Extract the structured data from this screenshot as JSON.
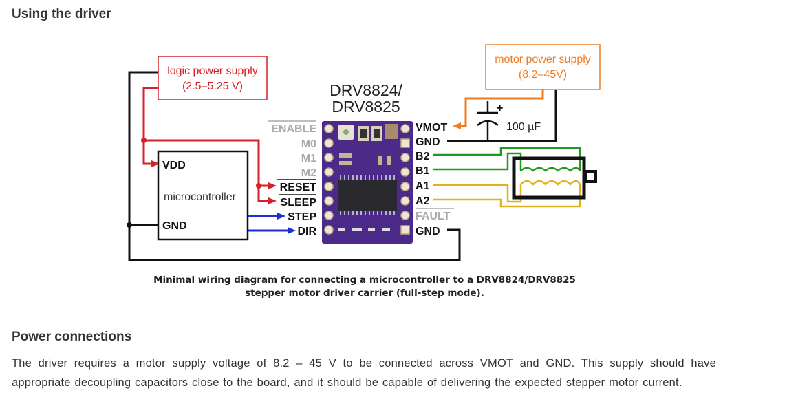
{
  "section_title": "Using the driver",
  "diagram": {
    "logic_supply": {
      "line1": "logic power supply",
      "line2": "(2.5–5.25 V)",
      "color": "#d42027"
    },
    "motor_supply": {
      "line1": "motor power supply",
      "line2": "(8.2–45V)",
      "color": "#f07c22"
    },
    "chip_title": {
      "line1": "DRV8824/",
      "line2": "DRV8825"
    },
    "capacitor": {
      "label": "100 µF",
      "polarity": "+"
    },
    "microcontroller": {
      "label": "microcontroller",
      "vdd": "VDD",
      "gnd": "GND"
    },
    "left_pins": [
      {
        "label": "ENABLE",
        "active_low": true,
        "active": false
      },
      {
        "label": "M0",
        "active_low": false,
        "active": false
      },
      {
        "label": "M1",
        "active_low": false,
        "active": false
      },
      {
        "label": "M2",
        "active_low": false,
        "active": false
      },
      {
        "label": "RESET",
        "active_low": true,
        "active": true
      },
      {
        "label": "SLEEP",
        "active_low": true,
        "active": true
      },
      {
        "label": "STEP",
        "active_low": false,
        "active": true
      },
      {
        "label": "DIR",
        "active_low": false,
        "active": true
      }
    ],
    "right_pins": [
      {
        "label": "VMOT",
        "active_low": false,
        "active": true
      },
      {
        "label": "GND",
        "active_low": false,
        "active": true
      },
      {
        "label": "B2",
        "active_low": false,
        "active": true
      },
      {
        "label": "B1",
        "active_low": false,
        "active": true
      },
      {
        "label": "A1",
        "active_low": false,
        "active": true
      },
      {
        "label": "A2",
        "active_low": false,
        "active": true
      },
      {
        "label": "FAULT",
        "active_low": true,
        "active": false
      },
      {
        "label": "GND",
        "active_low": false,
        "active": true
      }
    ],
    "wire_colors": {
      "logic": "#d42027",
      "signal": "#1a2fd6",
      "motor_power": "#f07c22",
      "coil_b": "#1f9a1f",
      "coil_a": "#e2b21c",
      "ground": "#111111"
    },
    "board_color": "#4b2a8a"
  },
  "caption": {
    "line1": "Minimal wiring diagram for connecting a microcontroller to a DRV8824/DRV8825",
    "line2": "stepper motor driver carrier (full-step mode)."
  },
  "power_section": {
    "title": "Power connections",
    "body": "The driver requires a motor supply voltage of 8.2 – 45 V to be connected across VMOT and GND. This supply should have appropriate decoupling capacitors close to the board, and it should be capable of delivering the expected stepper motor current."
  }
}
